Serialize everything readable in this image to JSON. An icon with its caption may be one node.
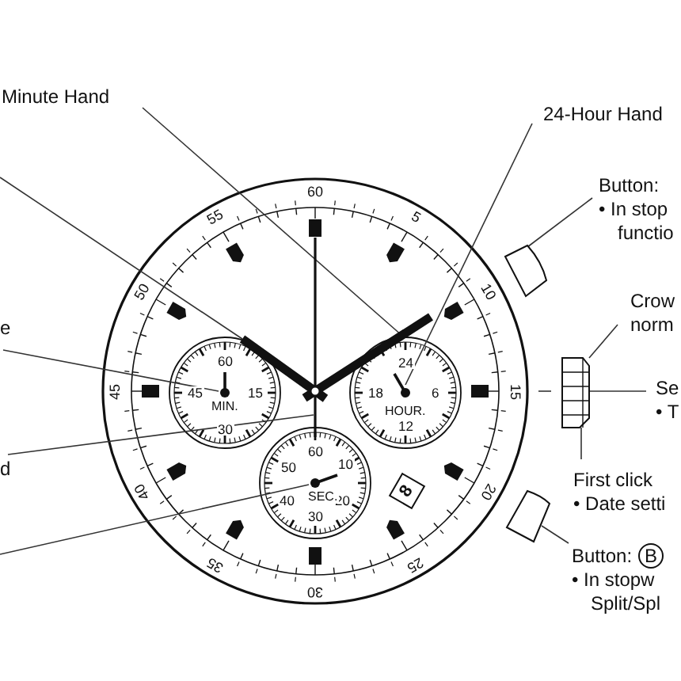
{
  "diagram": {
    "nodes": [
      {
        "text": [
          "Minute Hand"
        ]
      },
      {
        "text": [
          "24-Hour Hand"
        ]
      },
      {
        "text": [
          "Button:",
          "• In stop functio"
        ]
      },
      {
        "text": [
          "Crow norm"
        ]
      },
      {
        "text": [
          "Se",
          "• T"
        ]
      },
      {
        "text": [
          "First click",
          "• Date setti"
        ]
      },
      {
        "text": [
          "Button:",
          "B",
          "• In stopw Split/Spl"
        ]
      },
      {
        "text": [
          "e"
        ]
      },
      {
        "text": [
          "d"
        ]
      },
      {
        "text": [],
        "shape": "bar"
      },
      {
        "text": [],
        "shape": "bar"
      },
      {
        "text": [],
        "shape": "bar"
      },
      {
        "text": [],
        "shape": "bar"
      },
      {
        "text": [],
        "shape": "bar"
      },
      {
        "text": [],
        "shape": "bar"
      },
      {
        "text": [],
        "shape": "box"
      },
      {
        "text": [],
        "shape": "box"
      },
      {
        "text": [],
        "shape": "box"
      }
    ],
    "edges": [
      {
        "from": 0,
        "to": 9,
        "arrow": "none"
      },
      {
        "from": null,
        "to": 10,
        "arrow": "none"
      },
      {
        "from": 7,
        "to": 11,
        "arrow": "none"
      },
      {
        "from": 8,
        "to": 12,
        "arrow": "none"
      },
      {
        "from": null,
        "to": 13,
        "arrow": "none"
      },
      {
        "from": 1,
        "to": 14,
        "arrow": "none"
      },
      {
        "from": 2,
        "to": 15,
        "arrow": "none"
      },
      {
        "from": 3,
        "to": 16,
        "arrow": "none"
      },
      {
        "from": 4,
        "to": 16,
        "arrow": "none"
      },
      {
        "from": 5,
        "to": 16,
        "arrow": "none"
      },
      {
        "from": 6,
        "to": 17,
        "arrow": "none"
      }
    ],
    "labels": [
      "60",
      "5",
      "10",
      "15",
      "20",
      "25",
      "30",
      "35",
      "40",
      "45",
      "50",
      "55",
      "60",
      "15",
      "30",
      "45",
      "MIN.",
      "24",
      "6",
      "12",
      "18",
      "HOUR.",
      "60",
      "10",
      "20",
      "30",
      "40",
      "50",
      "SEC.",
      "8"
    ]
  }
}
